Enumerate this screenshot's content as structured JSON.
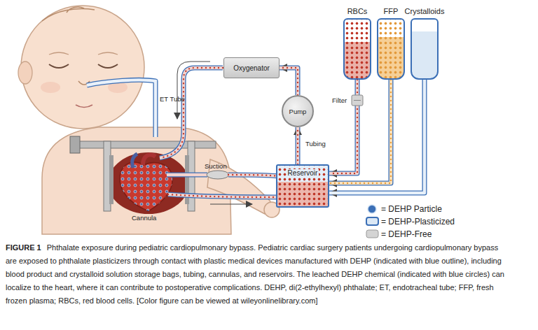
{
  "diagram": {
    "title": "FIGURE 1",
    "caption": "Phthalate exposure during pediatric cardiopulmonary bypass. Pediatric cardiac surgery patients undergoing cardiopulmonary bypass are exposed to phthalate plasticizers through contact with plastic medical devices manufactured with DEHP (indicated with blue outline), including blood product and crystalloid solution storage bags, tubing, cannulas, and reservoirs. The leached DEHP chemical (indicated with blue circles) can localize to the heart, where it can contribute to postoperative complications. DEHP, di(2-ethylhexyl) phthalate; ET, endotracheal tube; FFP, fresh frozen plasma; RBCs, red blood cells. [Color figure can be viewed at wileyonlinelibrary.com]",
    "nodes": [
      {
        "text": [
          "RBCs"
        ]
      },
      {
        "text": [
          "FFP"
        ]
      },
      {
        "text": [
          "Crystalloids"
        ]
      },
      {
        "text": [
          "Oxygenator"
        ]
      },
      {
        "text": [
          "Pump"
        ]
      },
      {
        "text": [
          "Reservoir"
        ]
      }
    ],
    "edges": [
      {
        "from": 0,
        "to": 5,
        "arrow": "to"
      },
      {
        "from": 1,
        "to": 5,
        "arrow": "to"
      },
      {
        "from": 2,
        "to": 5,
        "arrow": "to"
      },
      {
        "from": 5,
        "to": 4,
        "arrow": "to"
      },
      {
        "from": 4,
        "to": 3,
        "arrow": "to"
      }
    ],
    "labels": [
      "ET Tube",
      "Suction",
      "Cannula",
      "Tubing",
      "Filter"
    ],
    "legend": [
      {
        "text": "= DEHP Particle"
      },
      {
        "text": "= DEHP-Plasticized"
      },
      {
        "text": "= DEHP-Free"
      }
    ]
  }
}
